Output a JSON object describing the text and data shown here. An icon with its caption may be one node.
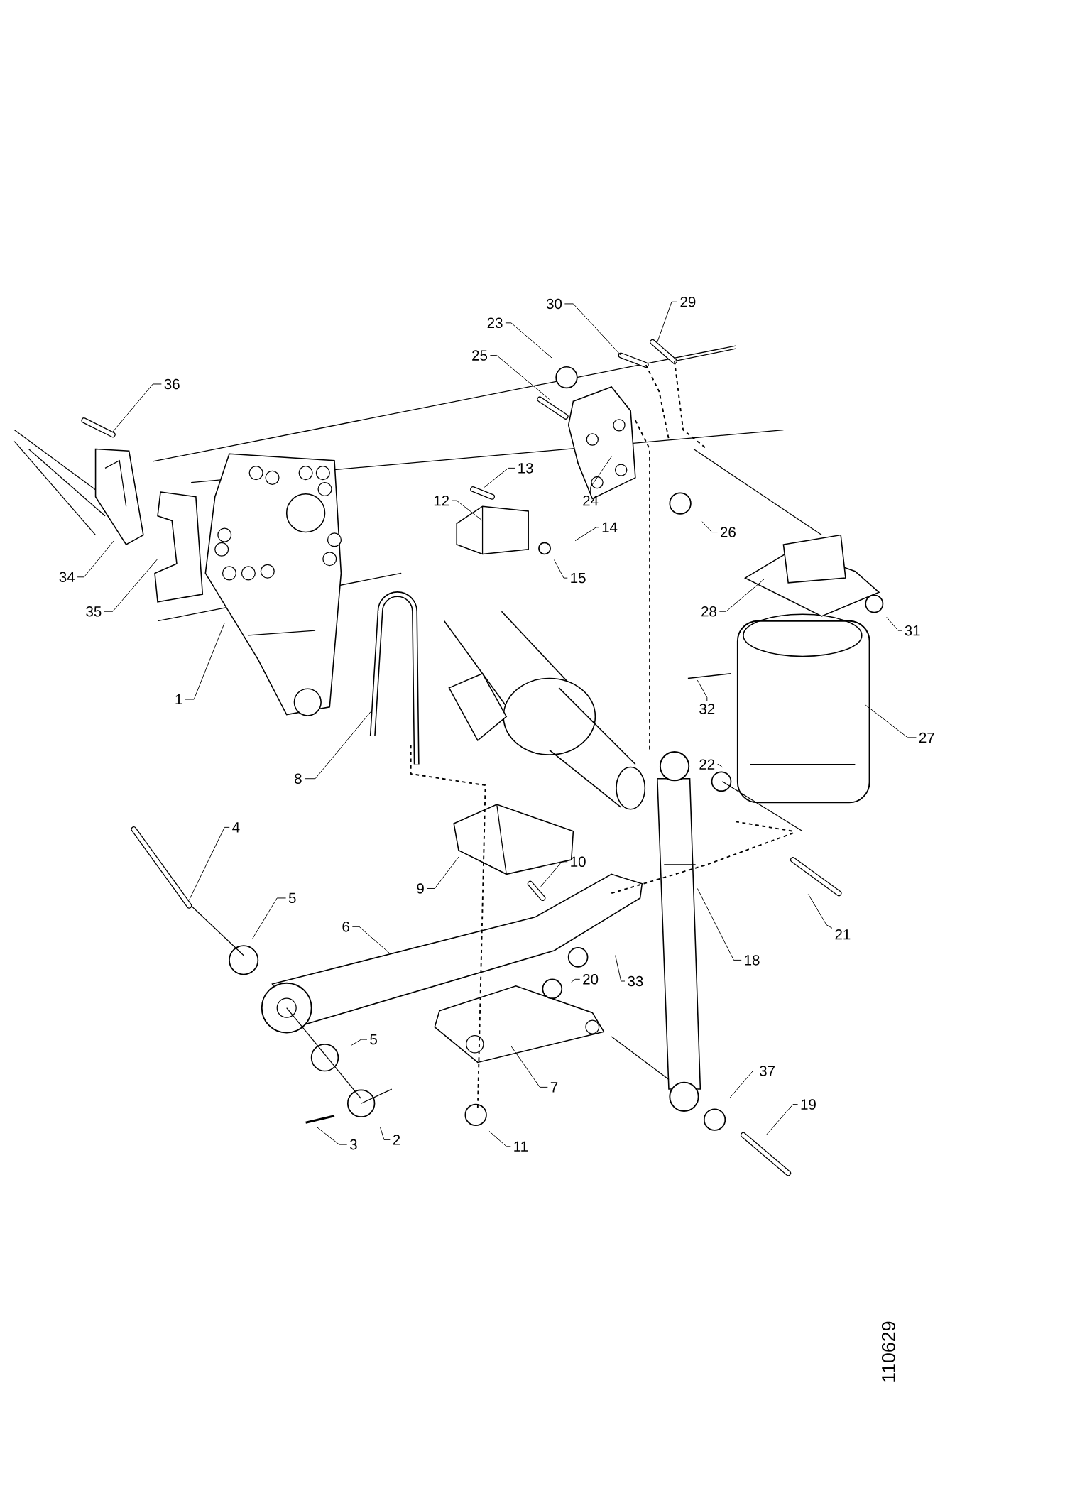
{
  "diagram": {
    "nodes": [
      {
        "text": [
          "29"
        ]
      },
      {
        "text": [
          "30"
        ]
      },
      {
        "text": [
          "23"
        ]
      },
      {
        "text": [
          "25"
        ]
      },
      {
        "text": [
          "36"
        ]
      },
      {
        "text": [
          "13"
        ]
      },
      {
        "text": [
          "24"
        ]
      },
      {
        "text": [
          "12"
        ]
      },
      {
        "text": [
          "14"
        ]
      },
      {
        "text": [
          "26"
        ]
      },
      {
        "text": [
          "34"
        ]
      },
      {
        "text": [
          "15"
        ]
      },
      {
        "text": [
          "35"
        ]
      },
      {
        "text": [
          "28"
        ]
      },
      {
        "text": [
          "31"
        ]
      },
      {
        "text": [
          "1"
        ]
      },
      {
        "text": [
          "32"
        ]
      },
      {
        "text": [
          "27"
        ]
      },
      {
        "text": [
          "22"
        ]
      },
      {
        "text": [
          "8"
        ]
      },
      {
        "text": [
          "4"
        ]
      },
      {
        "text": [
          "10"
        ]
      },
      {
        "text": [
          "9"
        ]
      },
      {
        "text": [
          "5"
        ]
      },
      {
        "text": [
          "6"
        ]
      },
      {
        "text": [
          "21"
        ]
      },
      {
        "text": [
          "18"
        ]
      },
      {
        "text": [
          "20"
        ]
      },
      {
        "text": [
          "33"
        ]
      },
      {
        "text": [
          "5"
        ]
      },
      {
        "text": [
          "37"
        ]
      },
      {
        "text": [
          "7"
        ]
      },
      {
        "text": [
          "19"
        ]
      },
      {
        "text": [
          "2"
        ]
      },
      {
        "text": [
          "3"
        ]
      },
      {
        "text": [
          "11"
        ]
      }
    ],
    "edges": [
      {
        "from": 0,
        "to": null,
        "arrow": "none"
      },
      {
        "from": 1,
        "to": null,
        "arrow": "none"
      },
      {
        "from": 2,
        "to": null,
        "arrow": "none"
      },
      {
        "from": 3,
        "to": null,
        "arrow": "none"
      },
      {
        "from": 4,
        "to": null,
        "arrow": "none"
      },
      {
        "from": 5,
        "to": null,
        "arrow": "none"
      },
      {
        "from": 6,
        "to": null,
        "arrow": "none"
      },
      {
        "from": 7,
        "to": null,
        "arrow": "none"
      },
      {
        "from": 8,
        "to": null,
        "arrow": "none"
      },
      {
        "from": 9,
        "to": null,
        "arrow": "none"
      },
      {
        "from": 10,
        "to": null,
        "arrow": "none"
      },
      {
        "from": 11,
        "to": null,
        "arrow": "none"
      },
      {
        "from": 12,
        "to": null,
        "arrow": "none"
      },
      {
        "from": 13,
        "to": null,
        "arrow": "none"
      },
      {
        "from": 14,
        "to": null,
        "arrow": "none"
      },
      {
        "from": 15,
        "to": null,
        "arrow": "none"
      },
      {
        "from": 16,
        "to": null,
        "arrow": "none"
      },
      {
        "from": 17,
        "to": null,
        "arrow": "none"
      },
      {
        "from": 18,
        "to": null,
        "arrow": "none"
      },
      {
        "from": 19,
        "to": null,
        "arrow": "none"
      },
      {
        "from": 20,
        "to": null,
        "arrow": "none"
      },
      {
        "from": 21,
        "to": null,
        "arrow": "none"
      },
      {
        "from": 22,
        "to": null,
        "arrow": "none"
      },
      {
        "from": 23,
        "to": null,
        "arrow": "none"
      },
      {
        "from": 24,
        "to": null,
        "arrow": "none"
      },
      {
        "from": 25,
        "to": null,
        "arrow": "none"
      },
      {
        "from": 26,
        "to": null,
        "arrow": "none"
      },
      {
        "from": 27,
        "to": null,
        "arrow": "none"
      },
      {
        "from": 28,
        "to": null,
        "arrow": "none"
      },
      {
        "from": 29,
        "to": null,
        "arrow": "none"
      },
      {
        "from": 30,
        "to": null,
        "arrow": "none"
      },
      {
        "from": 31,
        "to": null,
        "arrow": "none"
      },
      {
        "from": 32,
        "to": null,
        "arrow": "none"
      },
      {
        "from": 33,
        "to": null,
        "arrow": "none"
      },
      {
        "from": 34,
        "to": null,
        "arrow": "none"
      },
      {
        "from": 35,
        "to": null,
        "arrow": "none"
      }
    ],
    "labels": [
      "110629"
    ]
  }
}
